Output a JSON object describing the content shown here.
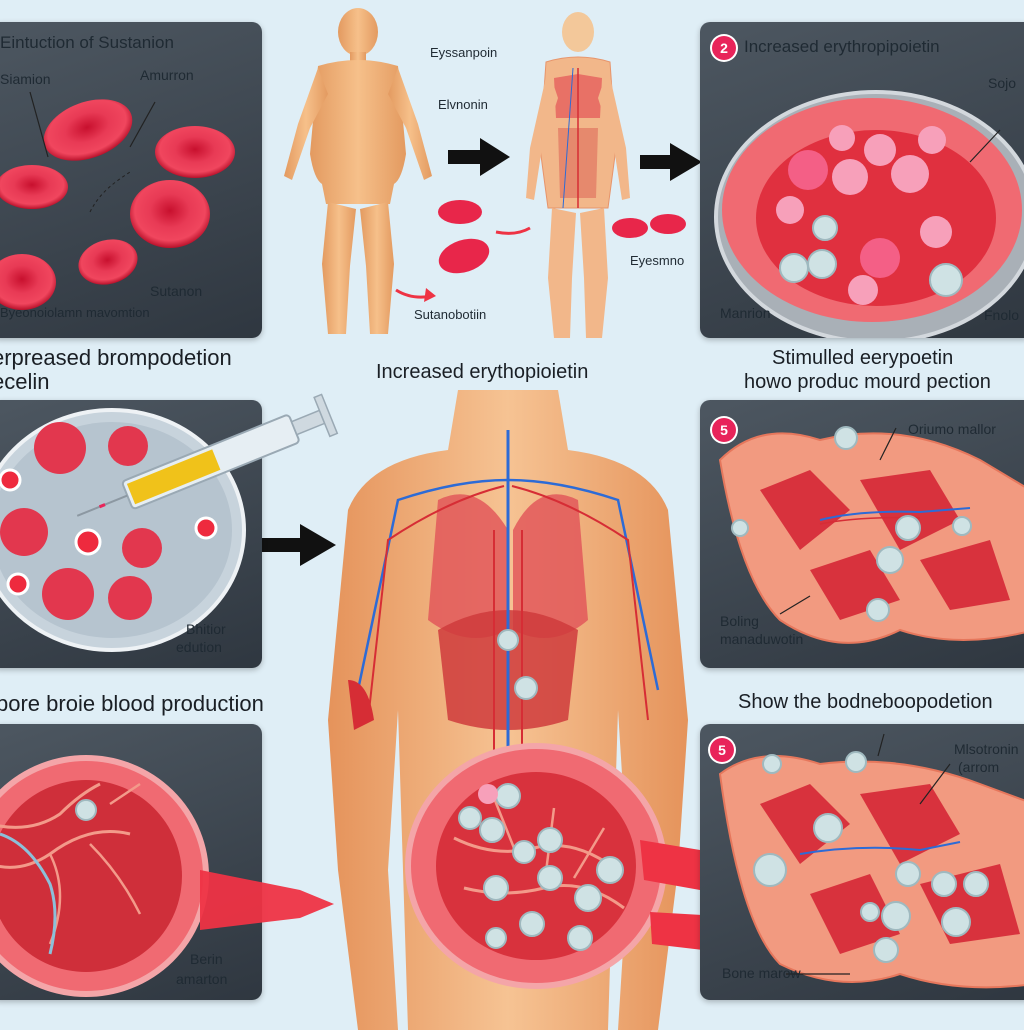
{
  "palette": {
    "background": "#dfeef6",
    "panel_dark": "#3a424b",
    "blood_red": "#e8264a",
    "skin": "#f0b27a",
    "badge": "#e8245a",
    "arrow_black": "#111111",
    "arrow_red": "#ee3344"
  },
  "panel1": {
    "title": "Eintuction of Sustanion",
    "label_a": "Siamion",
    "label_b": "Amurron",
    "label_c": "Sutanon",
    "label_d": "Byeonoiolamn mavomtion"
  },
  "figure_top": {
    "label_a": "Eyssanpoin",
    "label_b": "Elvnonin",
    "label_c": "Eyesmno",
    "label_d": "Sutanobotiin"
  },
  "panel2": {
    "badge": "2",
    "title": "Increased erythropipoietin",
    "label_a": "Sojo",
    "label_b": "Manrion",
    "label_c": "Fnolo"
  },
  "row2_left": {
    "heading_line1": "erpreased brompodetion",
    "heading_line2": "ecelin",
    "label_a": "Bhitior",
    "label_b": "edution"
  },
  "center": {
    "heading": "Increased erythopioietin"
  },
  "row2_right": {
    "heading_line1": "Stimulled eerypoetin",
    "heading_line2": "howo produc mourd pection",
    "badge": "5",
    "label_a": "Oriumo mallor",
    "label_b": "Boling",
    "label_c": "manaduwotin"
  },
  "row3_left": {
    "heading": "pore broie blood production",
    "label_a": "Berin",
    "label_b": "amarton"
  },
  "row3_right": {
    "heading": "Show the bodneboopodetion",
    "badge": "5",
    "label_a": "Mlsotronin",
    "label_b": "(arrom",
    "label_c": "Bone marow"
  },
  "icons": [
    "syringe-icon",
    "arrow-right-icon",
    "red-blood-cell-icon",
    "stem-cell-icon"
  ]
}
